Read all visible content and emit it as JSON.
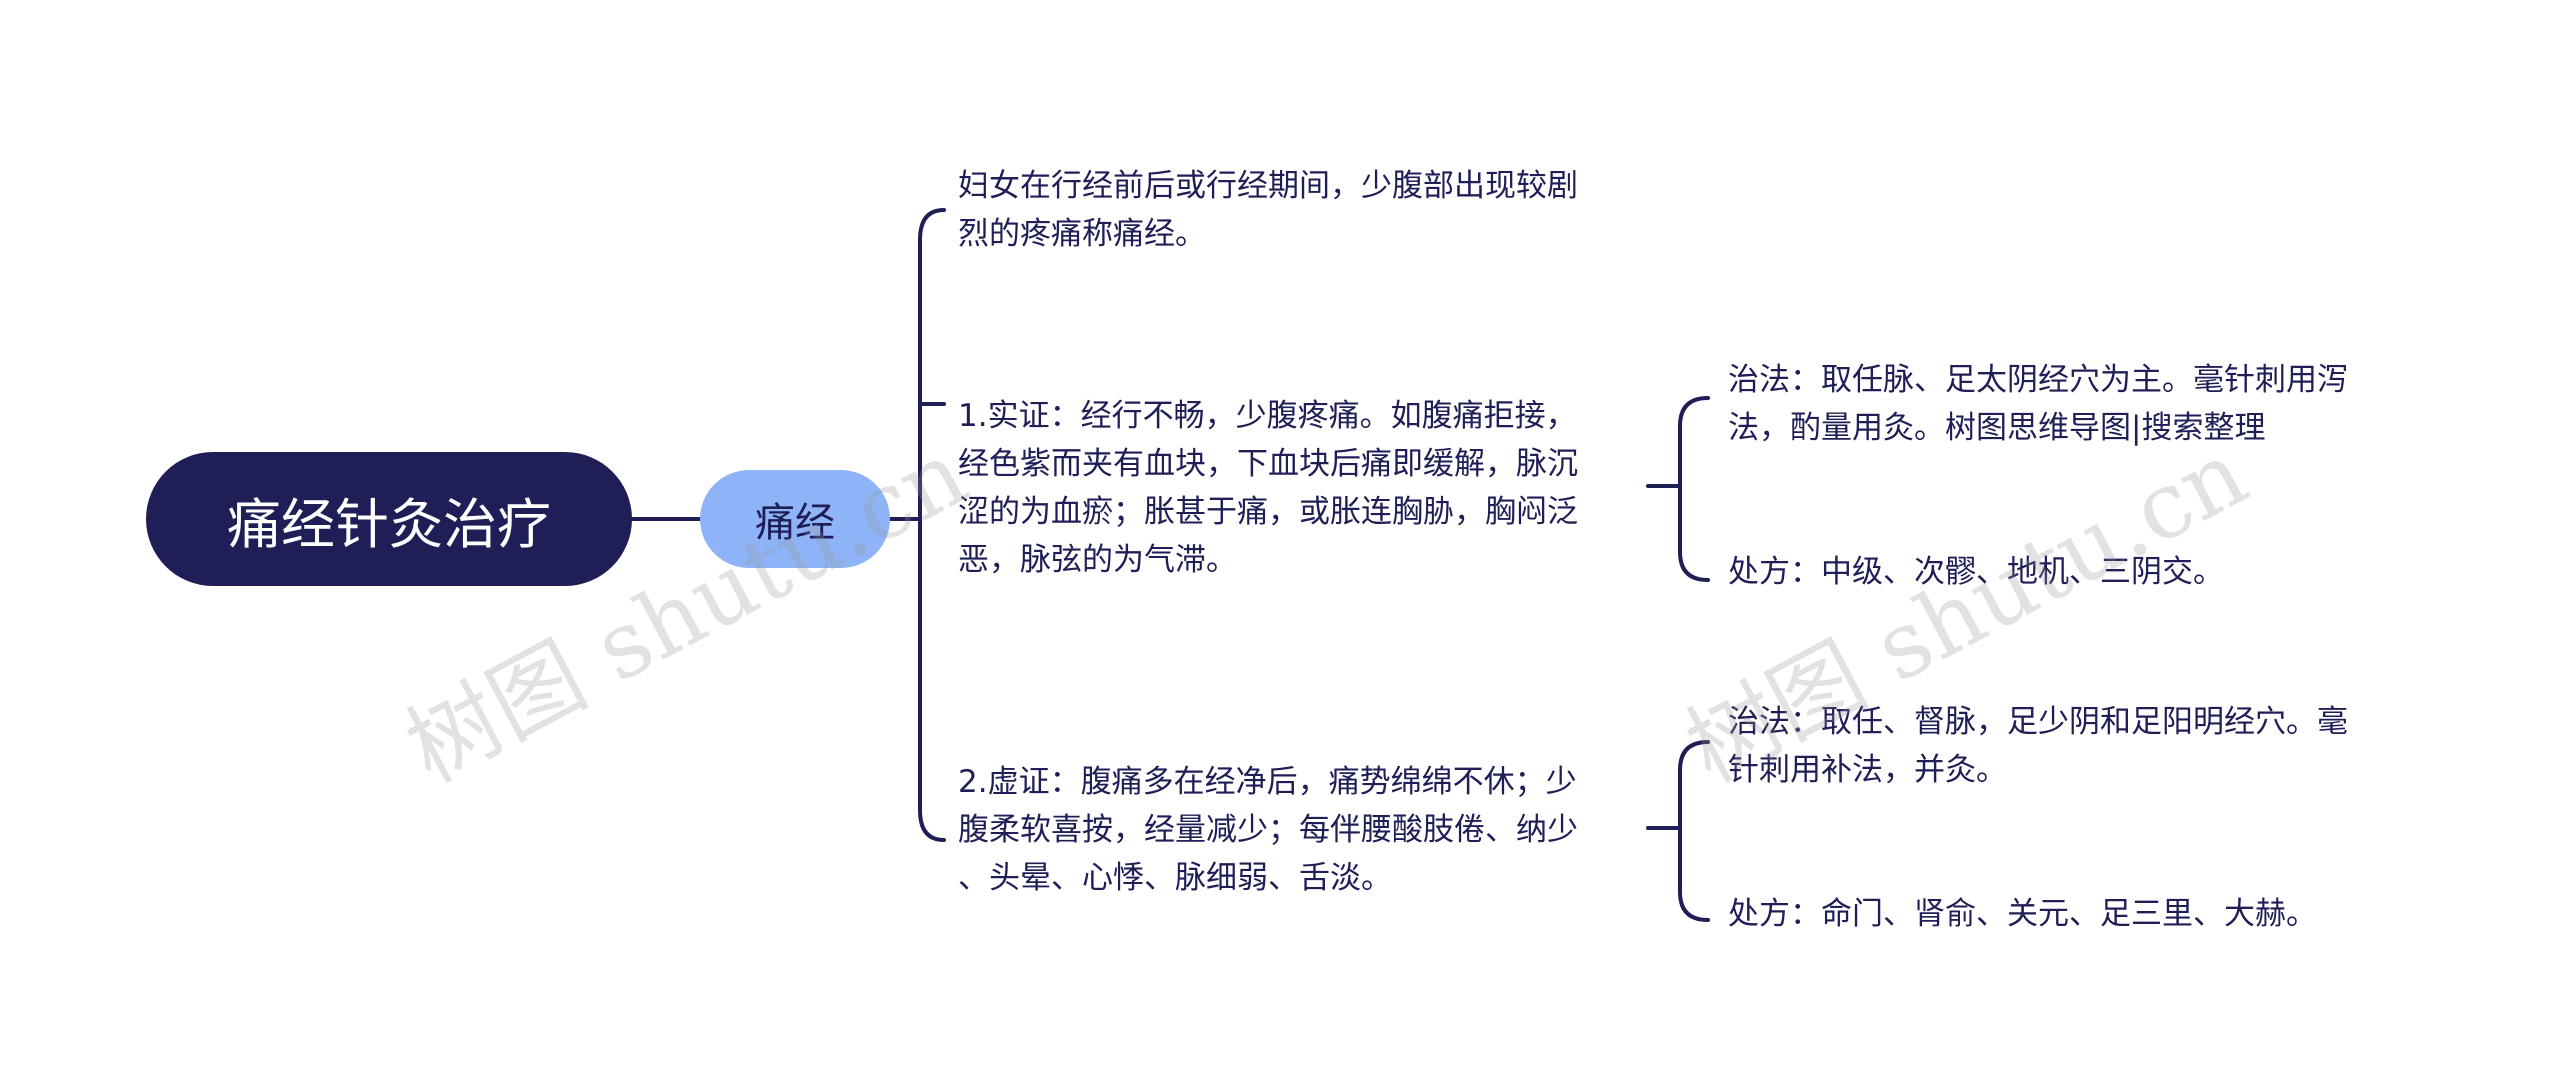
{
  "mindmap": {
    "root": "痛经针灸治疗",
    "topic": "痛经",
    "definition": "妇女在行经前后或行经期间，少腹部出现较剧\n烈的疼痛称痛经。",
    "excess": {
      "text": "1.实证：经行不畅，少腹疼痛。如腹痛拒接，\n经色紫而夹有血块，下血块后痛即缓解，脉沉\n涩的为血瘀；胀甚于痛，或胀连胸胁，胸闷泛\n恶，脉弦的为气滞。",
      "treatment": "治法：取任脉、足太阴经穴为主。毫针刺用泻\n法，酌量用灸。树图思维导图|搜索整理",
      "prescription": "处方：中级、次髎、地机、三阴交。"
    },
    "deficiency": {
      "text": "2.虚证：腹痛多在经净后，痛势绵绵不休；少\n腹柔软喜按，经量减少；每伴腰酸肢倦、纳少\n、头晕、心悸、脉细弱、舌淡。",
      "treatment": "治法：取任、督脉，足少阴和足阳明经穴。毫\n针刺用补法，并灸。",
      "prescription": "处方：命门、肾俞、关元、足三里、大赫。"
    }
  },
  "watermarks": [
    "树图 shutu.cn",
    "树图 shutu.cn"
  ],
  "colors": {
    "root_fill": "#1f1e57",
    "topic_fill": "#8eb4f7",
    "line": "#1f1e57",
    "text": "#1f1e57",
    "watermark": "#969696"
  }
}
